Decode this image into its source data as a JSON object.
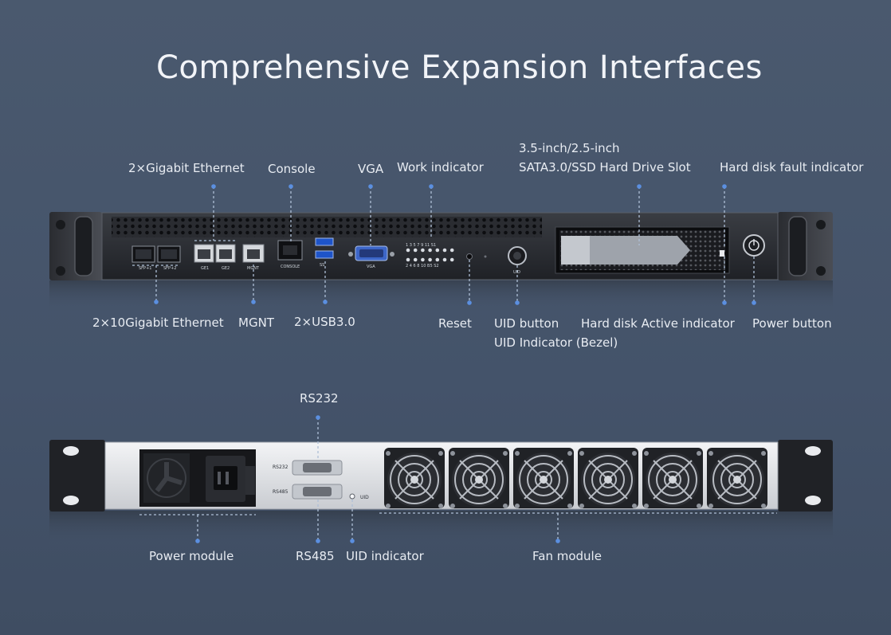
{
  "title": "Comprehensive Expansion Interfaces",
  "front_callouts_top": {
    "gigabit_ethernet": "2×Gigabit Ethernet",
    "console": "Console",
    "vga": "VGA",
    "work_indicator": "Work indicator",
    "drive_slot_line1": "3.5-inch/2.5-inch",
    "drive_slot_line2": "SATA3.0/SSD Hard Drive Slot",
    "hdd_fault": "Hard disk fault indicator"
  },
  "front_callouts_bottom": {
    "ten_gig": "2×10Gigabit Ethernet",
    "mgnt": "MGNT",
    "usb": "2×USB3.0",
    "reset": "Reset",
    "uid_button_line1": "UID button",
    "uid_button_line2": "UID Indicator (Bezel)",
    "hdd_active": "Hard disk Active indicator",
    "power_button": "Power button"
  },
  "rear_callouts": {
    "rs232": "RS232",
    "power_module": "Power module",
    "rs485": "RS485",
    "uid_indicator": "UID indicator",
    "fan_module": "Fan module"
  },
  "panel_print": {
    "sfp1": "SFP+1",
    "sfp2": "SFP+2",
    "ge1": "GE1",
    "ge2": "GE2",
    "mgnt": "MGNT",
    "console": "CONSOLE",
    "usb": "SS",
    "vga": "VGA",
    "led_row1": "1  3  5  7  9  11 S1",
    "led_row2": "2  4  6  8  10 B5 S2",
    "uid": "UID",
    "rs232": "RS232",
    "rs485": "RS485",
    "rear_uid": "UID"
  },
  "colors": {
    "background": "#47566b",
    "accent_dot": "#5b8fe0",
    "dash": "#aebfd6"
  }
}
